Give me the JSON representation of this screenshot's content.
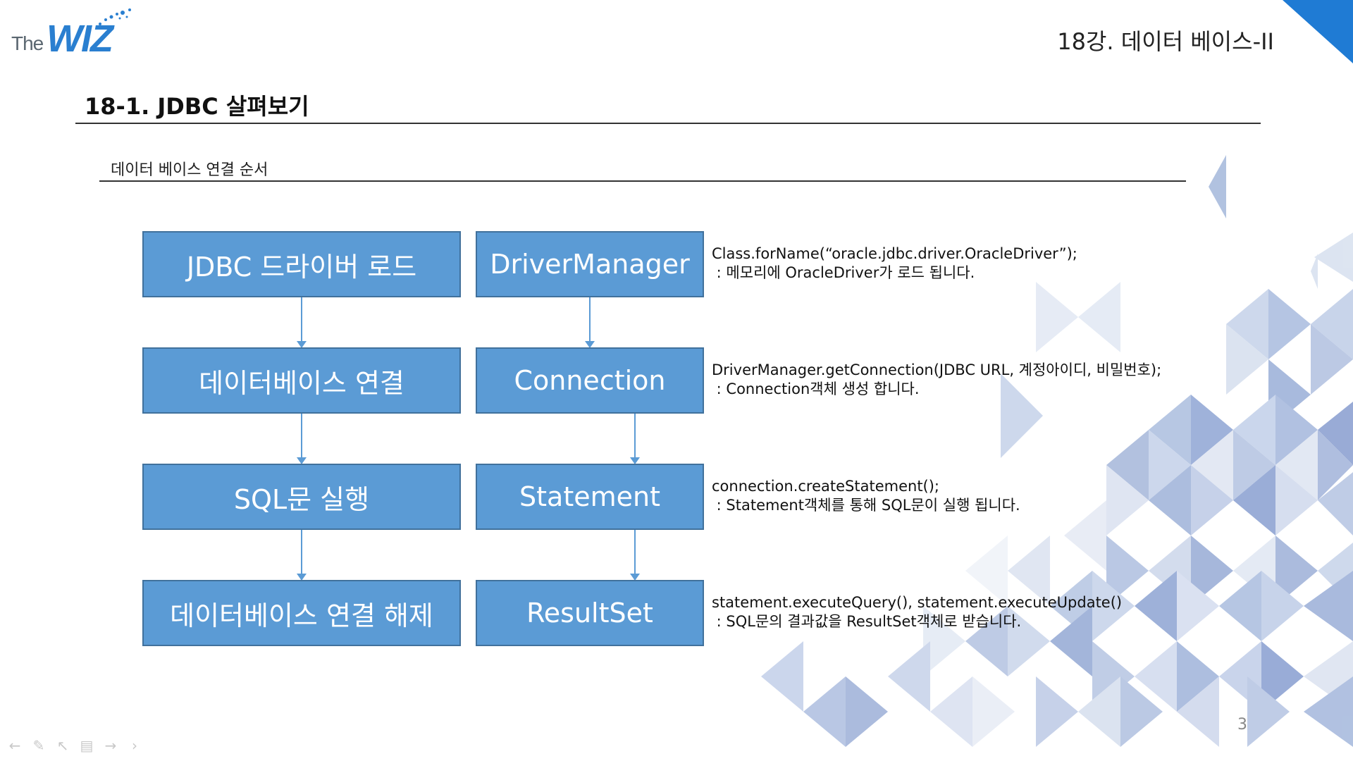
{
  "header": {
    "logo_text_the": "The",
    "logo_text_wiz": "WIZ",
    "lecture_title": "18강. 데이터 베이스-II",
    "corner_color": "#1f7bd4"
  },
  "section": {
    "title": "18-1. JDBC 살펴보기",
    "subtitle": "데이터 베이스 연결 순서"
  },
  "flow": {
    "accent": "#5b9bd5",
    "steps": [
      {
        "left": "JDBC 드라이버 로드",
        "right": "DriverManager",
        "desc": "Class.forName(“oracle.jdbc.driver.OracleDriver”);\n : 메모리에 OracleDriver가 로드 됩니다."
      },
      {
        "left": "데이터베이스 연결",
        "right": "Connection",
        "desc": "DriverManager.getConnection(JDBC URL, 계정아이디, 비밀번호);\n : Connection객체 생성 합니다."
      },
      {
        "left": "SQL문 실행",
        "right": "Statement",
        "desc": "connection.createStatement();\n : Statement객체를 통해 SQL문이 실행 됩니다."
      },
      {
        "left": "데이터베이스 연결 해제",
        "right": "ResultSet",
        "desc": "statement.executeQuery(), statement.executeUpdate()\n : SQL문의 결과값을 ResultSet객체로 받습니다."
      }
    ]
  },
  "footer": {
    "page_number": "3",
    "nav_icons": [
      "arrow-left-icon",
      "pen-icon",
      "pointer-icon",
      "menu-icon",
      "arrow-right-icon",
      "chevron-right-icon"
    ]
  }
}
